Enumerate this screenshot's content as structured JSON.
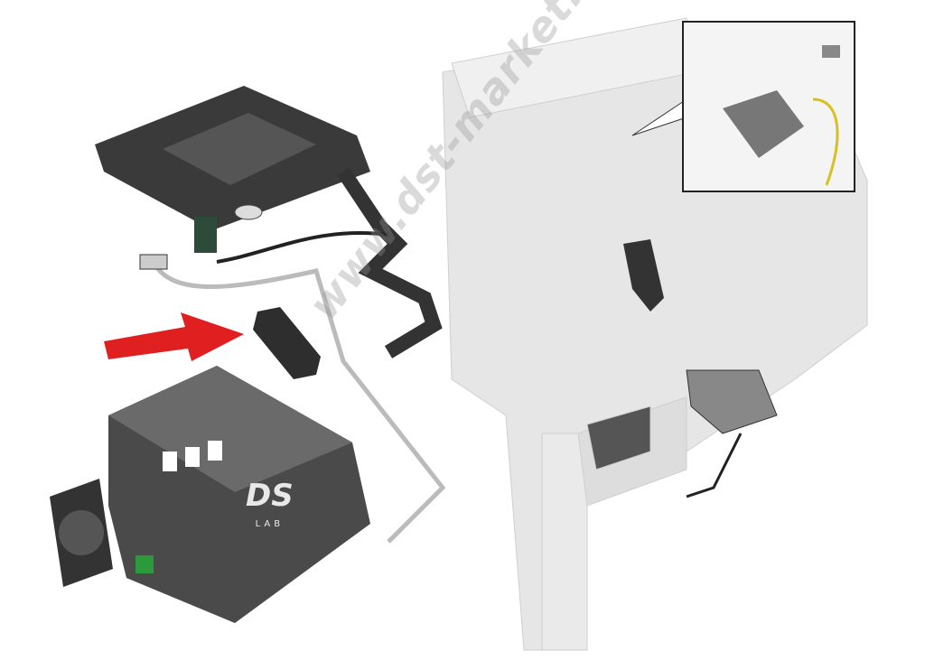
{
  "watermark": "www.dst-market.ru",
  "logo": {
    "mark": "DS",
    "sub": "LAB"
  },
  "colors": {
    "arrow": "#e02020",
    "part_dark": "#3a3a3a",
    "frame_light": "#e4e4e4"
  }
}
